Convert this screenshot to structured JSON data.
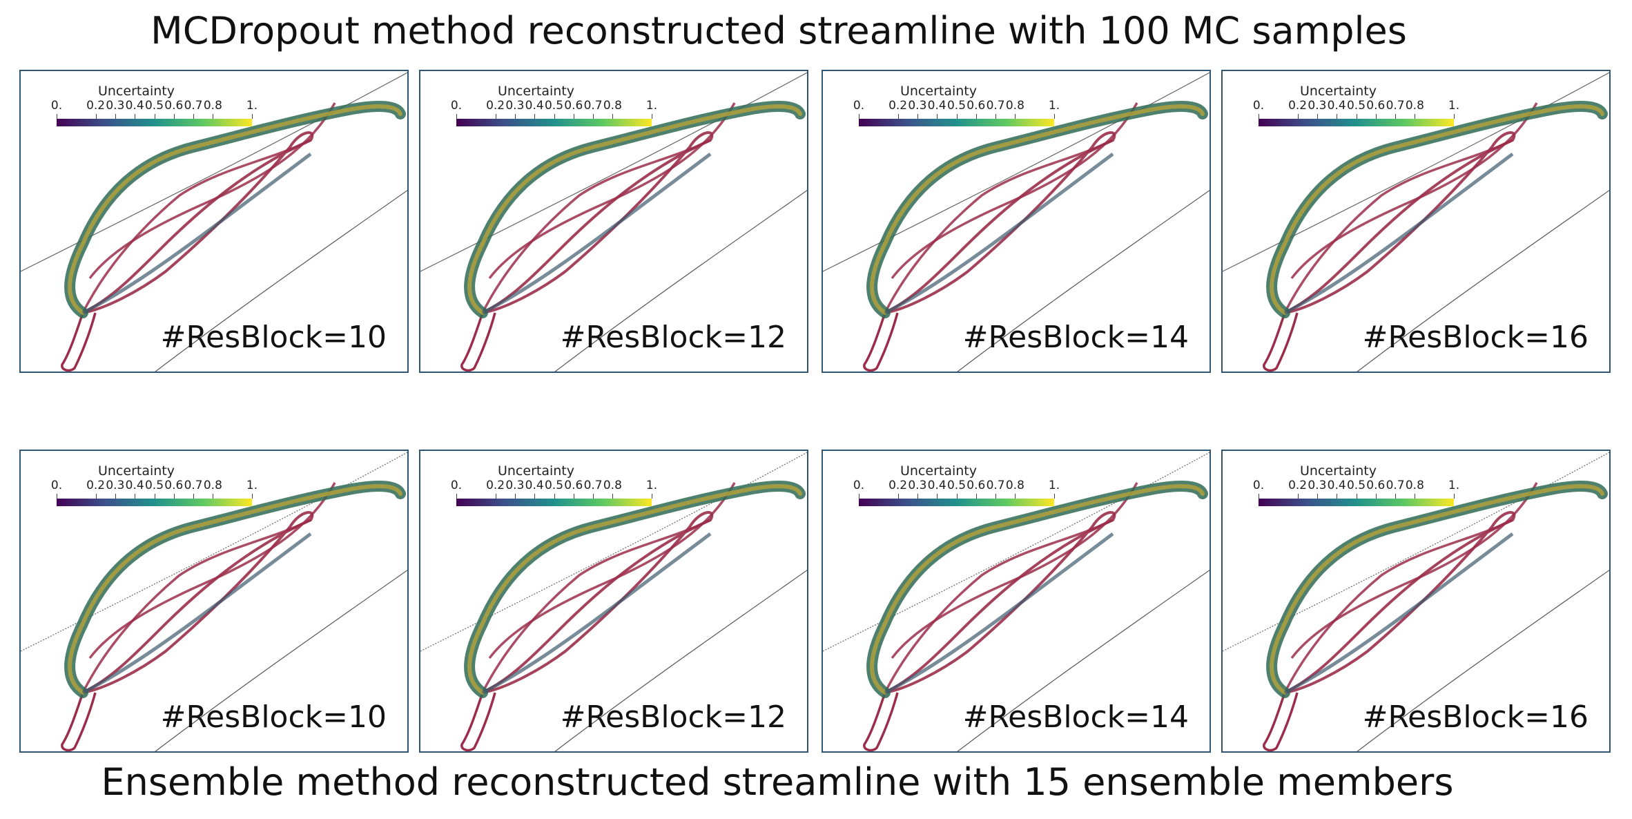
{
  "titles": {
    "top": "MCDropout method reconstructed streamline with 100 MC samples",
    "bottom": "Ensemble method reconstructed streamline with 15 ensemble members"
  },
  "colorbar": {
    "title": "Uncertainty",
    "ticks": [
      "0.",
      "0.2",
      "0.3",
      "0.4",
      "0.5",
      "0.6",
      "0.7",
      "0.8",
      "1."
    ],
    "tick_values": [
      0,
      0.2,
      0.3,
      0.4,
      0.5,
      0.6,
      0.7,
      0.8,
      1.0
    ],
    "colormap": [
      "#440154",
      "#3b528b",
      "#21918c",
      "#5ec962",
      "#fde725"
    ]
  },
  "panels": [
    {
      "method": "MCDropout",
      "label": "#ResBlock=10"
    },
    {
      "method": "MCDropout",
      "label": "#ResBlock=12"
    },
    {
      "method": "MCDropout",
      "label": "#ResBlock=14"
    },
    {
      "method": "MCDropout",
      "label": "#ResBlock=16"
    },
    {
      "method": "Ensemble",
      "label": "#ResBlock=10"
    },
    {
      "method": "Ensemble",
      "label": "#ResBlock=12"
    },
    {
      "method": "Ensemble",
      "label": "#ResBlock=14"
    },
    {
      "method": "Ensemble",
      "label": "#ResBlock=16"
    }
  ],
  "colors": {
    "frame": "#2f5573",
    "reference_streamline": "#9b2d4a",
    "mean_streamline": "#2f6a55",
    "uncertainty_band": "#b6a13a"
  }
}
